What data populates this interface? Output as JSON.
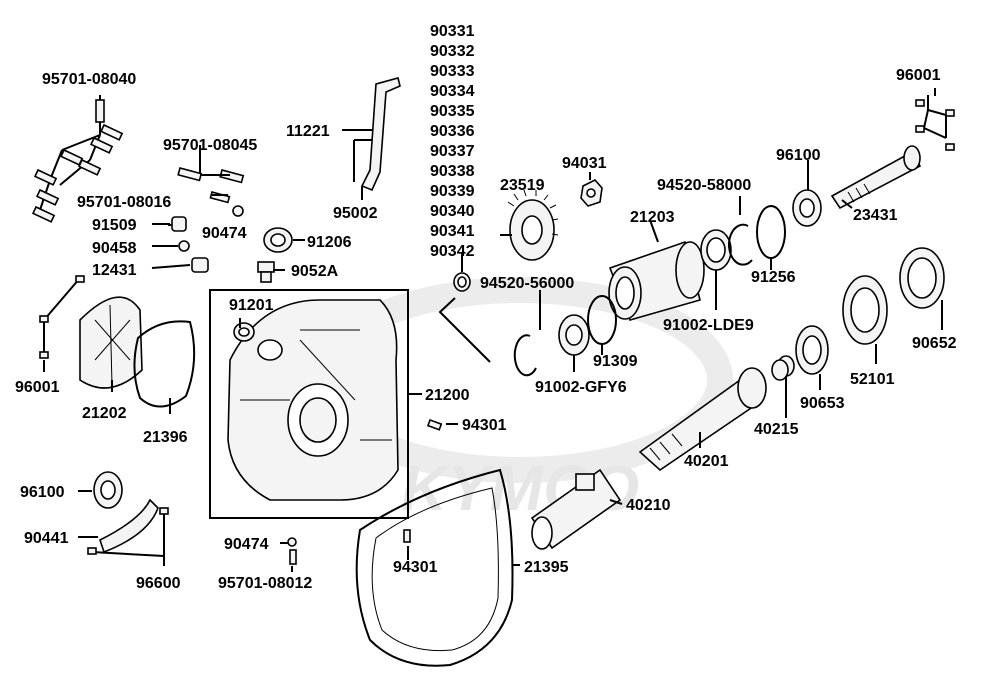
{
  "watermark": "KYMCO",
  "labels": {
    "l_95701_08040": "95701-08040",
    "l_95701_08045": "95701-08045",
    "l_95701_08016": "95701-08016",
    "l_91509": "91509",
    "l_90474_a": "90474",
    "l_90458": "90458",
    "l_91206": "91206",
    "l_12431": "12431",
    "l_9052a": "9052A",
    "l_11221": "11221",
    "l_95002": "95002",
    "l_90331": "90331",
    "l_90332": "90332",
    "l_90333": "90333",
    "l_90334": "90334",
    "l_90335": "90335",
    "l_90336": "90336",
    "l_90337": "90337",
    "l_90338": "90338",
    "l_90339": "90339",
    "l_90340": "90340",
    "l_90341": "90341",
    "l_90342": "90342",
    "l_94031": "94031",
    "l_23519": "23519",
    "l_94520_58000": "94520-58000",
    "l_96100_a": "96100",
    "l_96001_a": "96001",
    "l_23431": "23431",
    "l_21203": "21203",
    "l_91256": "91256",
    "l_94520_56000": "94520-56000",
    "l_91002_lde9": "91002-LDE9",
    "l_91309": "91309",
    "l_91002_gfy6": "91002-GFY6",
    "l_90652": "90652",
    "l_52101": "52101",
    "l_90653": "90653",
    "l_40215": "40215",
    "l_91201": "91201",
    "l_21200": "21200",
    "l_96001_b": "96001",
    "l_21202": "21202",
    "l_21396": "21396",
    "l_94301_a": "94301",
    "l_40201": "40201",
    "l_40210": "40210",
    "l_96100_b": "96100",
    "l_90441": "90441",
    "l_90474_b": "90474",
    "l_95701_08012": "95701-08012",
    "l_94301_b": "94301",
    "l_21395": "21395",
    "l_96600": "96600"
  }
}
